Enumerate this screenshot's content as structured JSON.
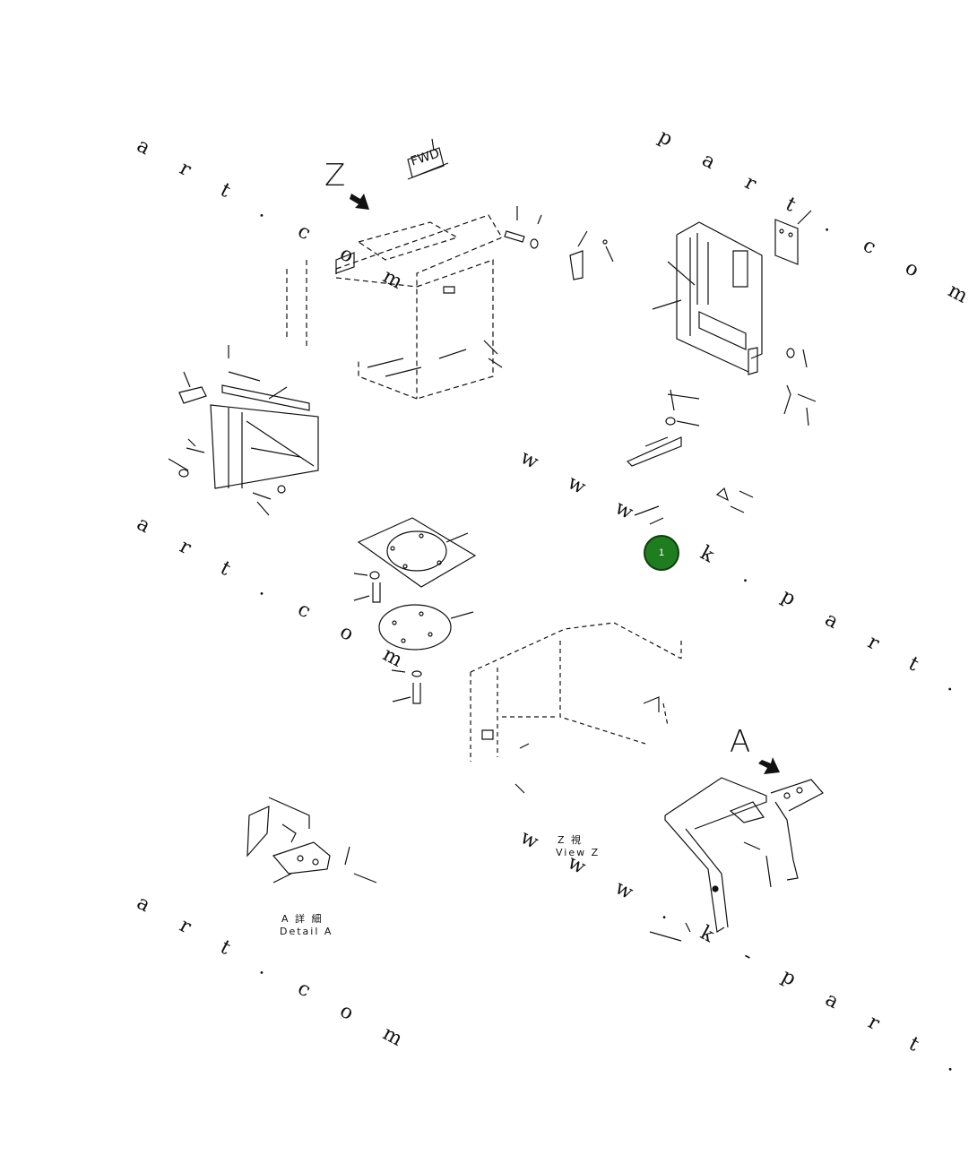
{
  "watermarks": [
    "a r t . c o m",
    "p a r t . c o m",
    "a r t . c o m",
    "w w w . k . p a r t . c o m",
    "a r t . c o m",
    "w w w . k - p a r t . c o m"
  ],
  "labels": {
    "view_z": "Z",
    "view_a": "A",
    "fwd": "FWD",
    "detail_a_line1": "A  詳  細",
    "detail_a_line2": "Detail A",
    "view_z_caption": "Z  視",
    "view_z_caption2": "View Z"
  },
  "callouts": [
    {
      "text": "1",
      "color": "#1e7d1e"
    }
  ]
}
